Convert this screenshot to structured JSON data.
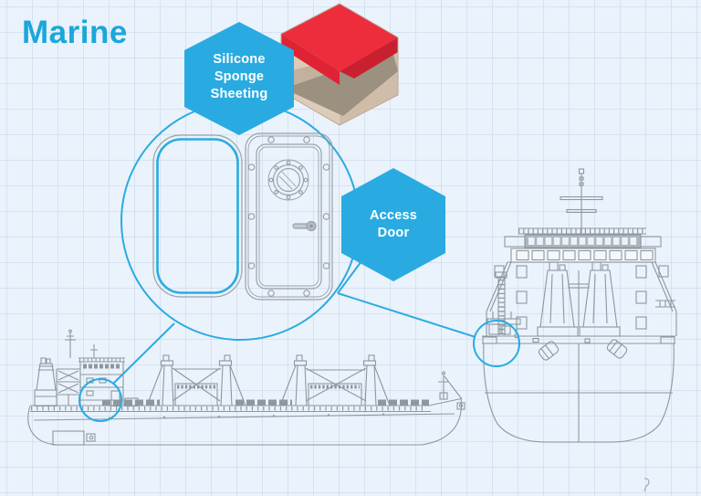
{
  "title": "Marine",
  "badges": {
    "silicone": {
      "lines": [
        "Silicone",
        "Sponge",
        "Sheeting"
      ]
    },
    "access_door": {
      "lines": [
        "Access",
        "Door"
      ]
    }
  },
  "colors": {
    "accent_cyan": "#29ABE2",
    "title_cyan": "#1BA7DB",
    "background": "#EAF2FB",
    "grid_line": "#C6D6EC",
    "drawing_gray": "#8E979E",
    "door_gray": "#9AA1A8",
    "sheet_red_top": "#EE2D3C",
    "sheet_red_front": "#E02334",
    "sheet_red_side": "#C9202F",
    "sheet_tan_light": "#DCCBB8",
    "sheet_tan_dark": "#CFBDA9",
    "sheet_shadow": "#9C9080"
  },
  "illustrations": {
    "sheet_block": "silicone-sponge-sheet-sample",
    "gasket": "sponge-door-gasket",
    "door": "marine-access-door",
    "ship_side": "cargo-ship-side-view",
    "ship_front": "ship-front-view",
    "highlight_left": "door-location-highlight-side-view",
    "highlight_right": "door-location-highlight-front-view"
  }
}
